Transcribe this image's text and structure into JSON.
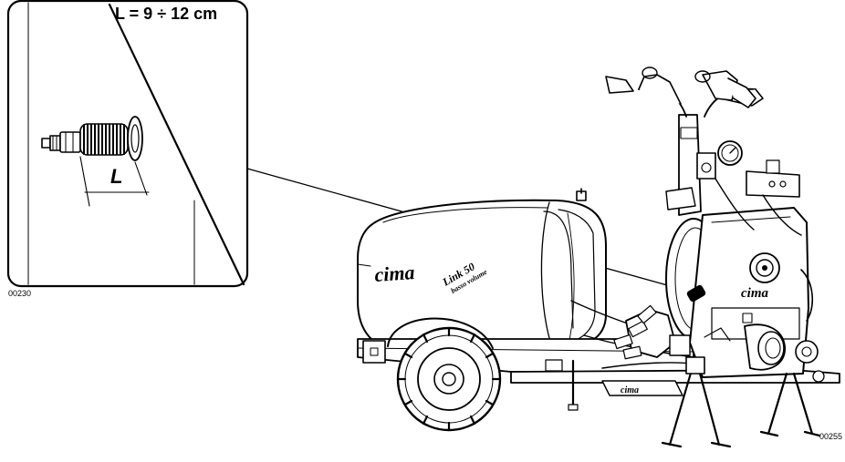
{
  "detail": {
    "dimension_formula": "L = 9 ÷ 12 cm",
    "length_label": "L",
    "code": "00230"
  },
  "main": {
    "code": "00255"
  },
  "brand": {
    "logo_text": "cima",
    "model_text": "Link 50",
    "model_sub": "basso volume"
  }
}
